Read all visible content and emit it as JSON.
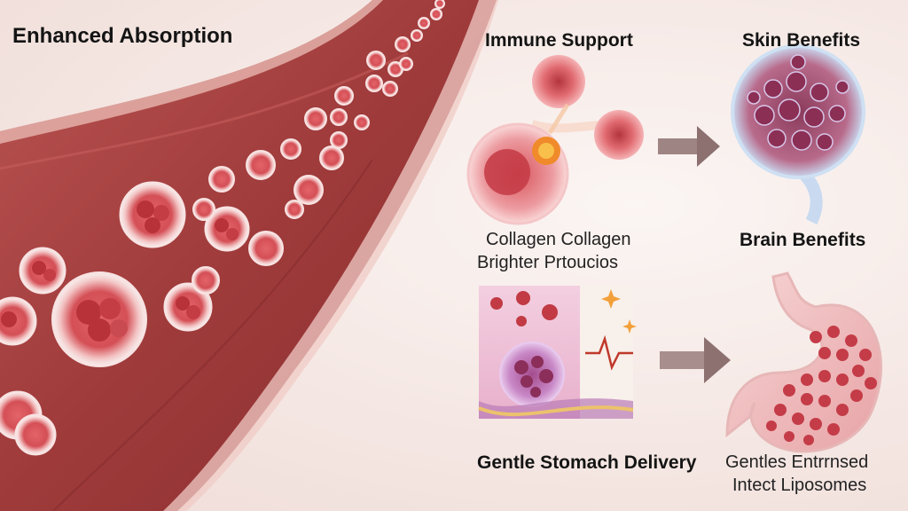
{
  "labels": {
    "enhanced_absorption": "Enhanced Absorption",
    "immune_support": "Immune Support",
    "skin_benefits": "Skin Benefits",
    "brain_benefits": "Brain Benefits",
    "collagen_line1": "Collagen Collagen",
    "collagen_line2": "Brighter Prtoucios",
    "gentle_stomach": "Gentle Stomach Delivery",
    "gentles_line1": "Gentles Entrrnsed",
    "gentles_line2": "Intect Liposomes"
  },
  "colors": {
    "vessel": "#a8403f",
    "cell": "#d8545a",
    "arrow": "#8c7170",
    "accent": "#f2a03a"
  }
}
